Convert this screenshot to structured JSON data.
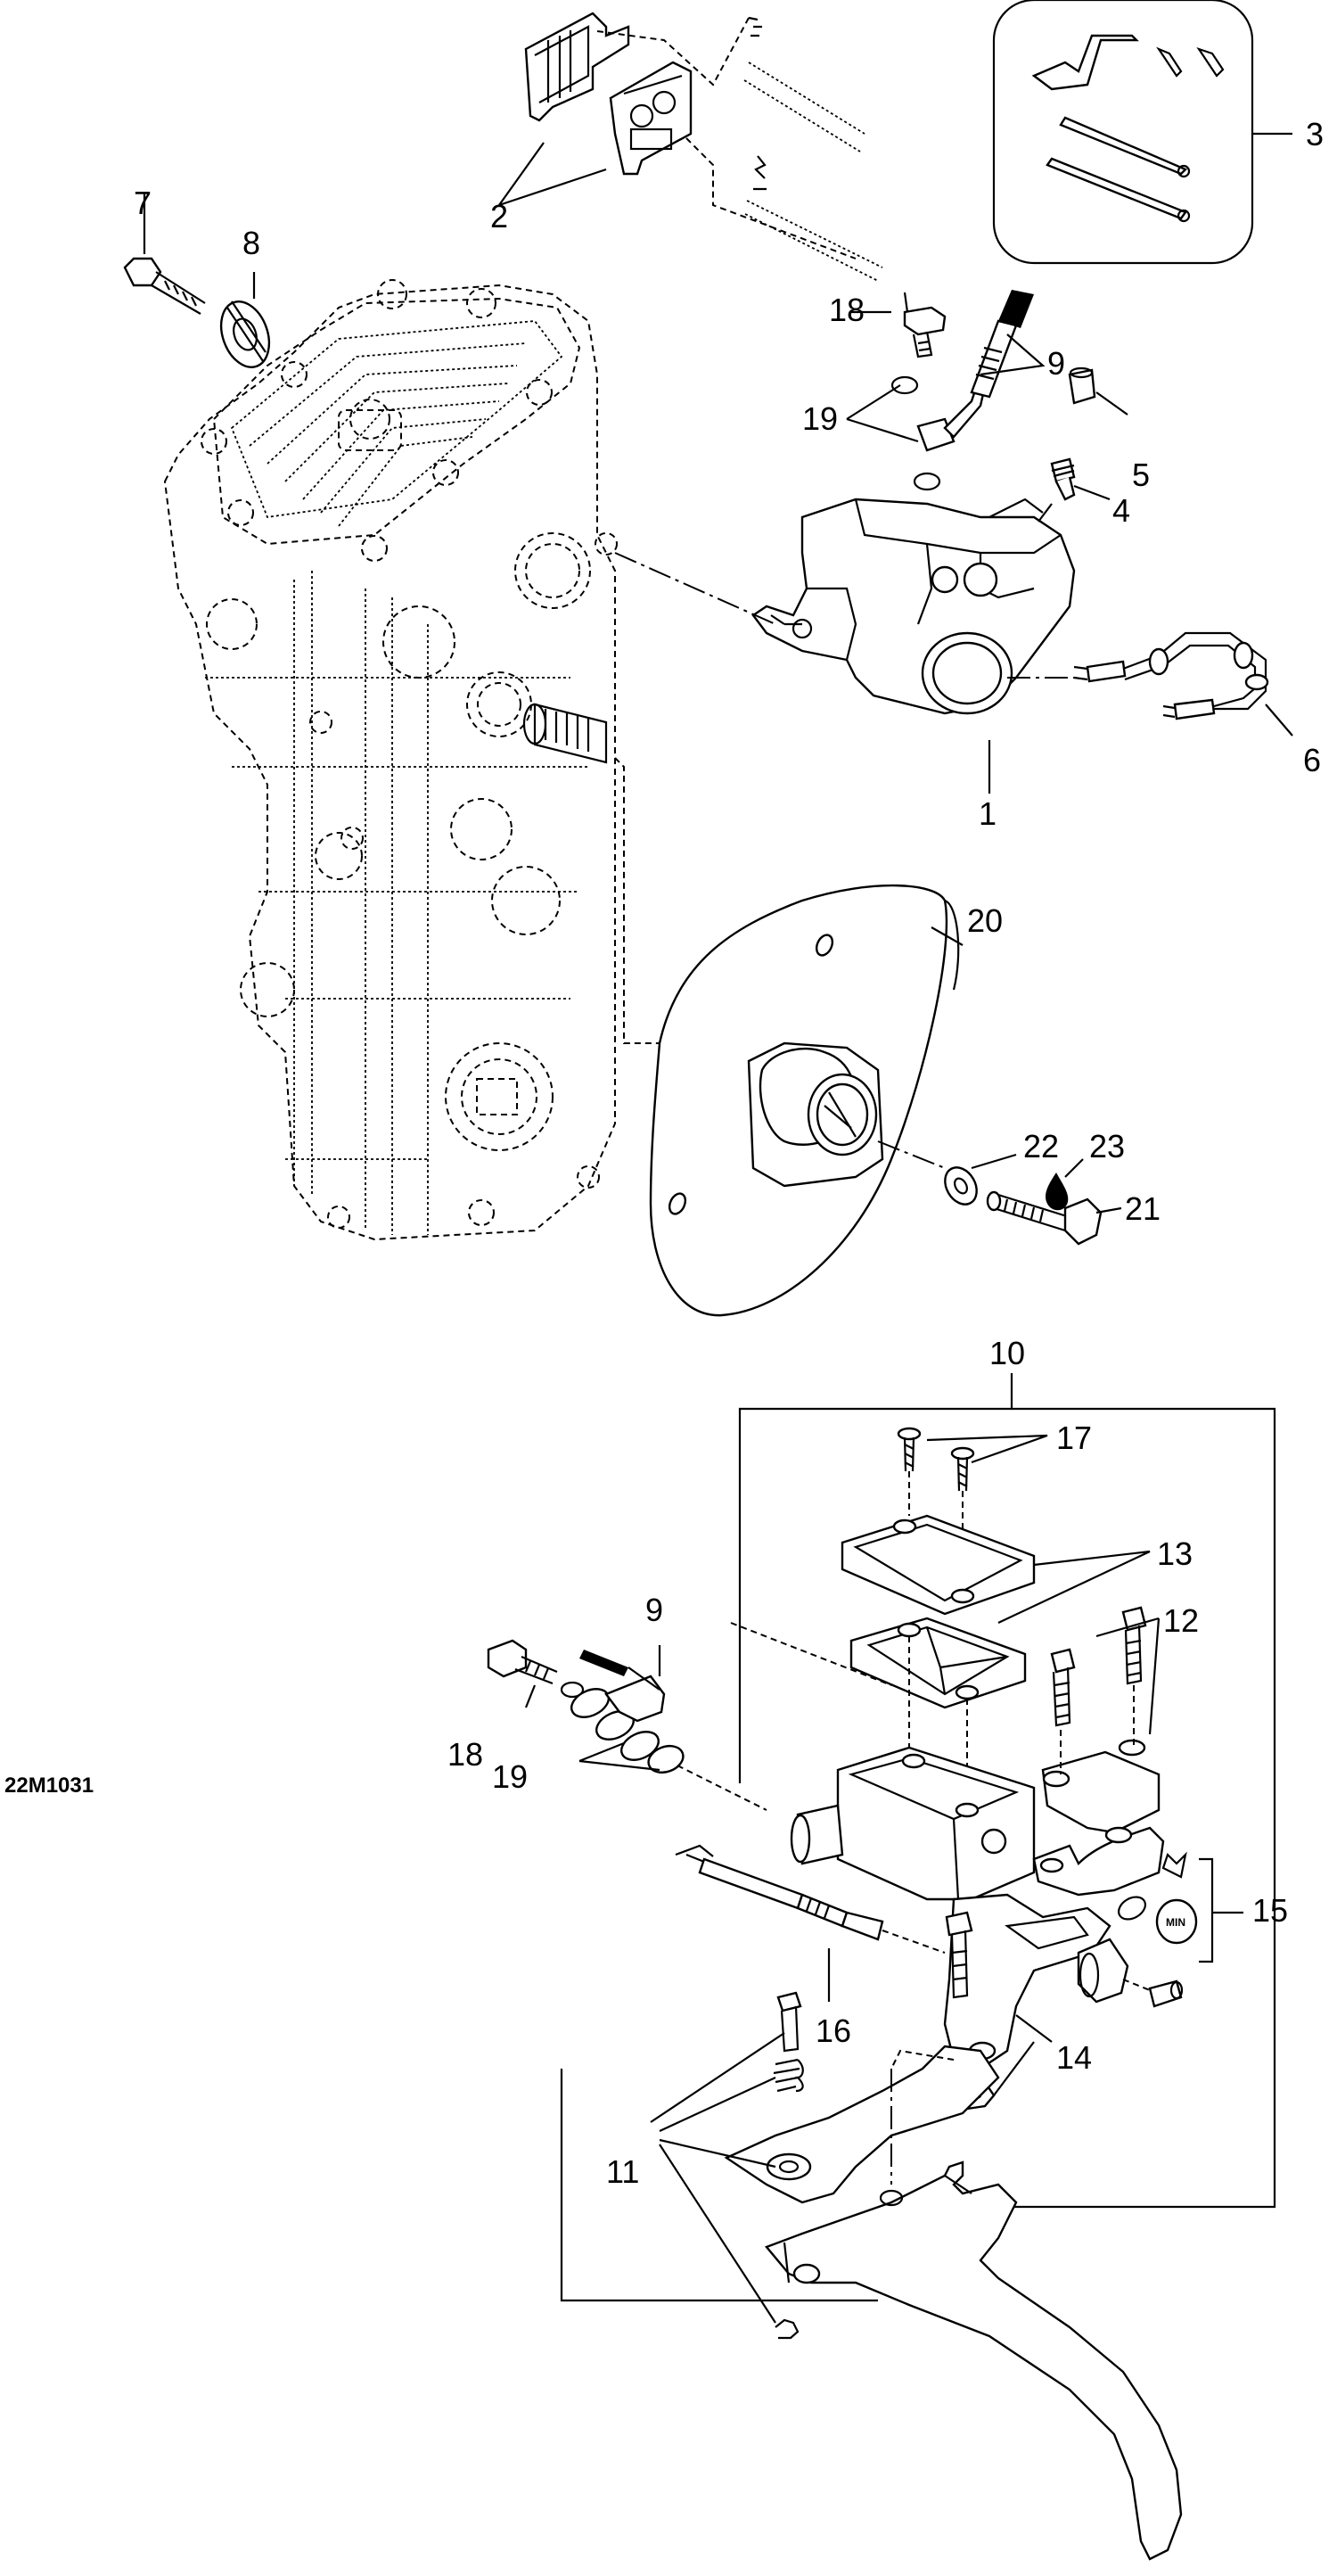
{
  "figure_code": "22M1031",
  "callouts": [
    {
      "id": "c1",
      "text": "1"
    },
    {
      "id": "c2",
      "text": "2"
    },
    {
      "id": "c3",
      "text": "3"
    },
    {
      "id": "c4",
      "text": "4"
    },
    {
      "id": "c5",
      "text": "5"
    },
    {
      "id": "c6",
      "text": "6"
    },
    {
      "id": "c7",
      "text": "7"
    },
    {
      "id": "c8",
      "text": "8"
    },
    {
      "id": "c9a",
      "text": "9"
    },
    {
      "id": "c9b",
      "text": "9"
    },
    {
      "id": "c10",
      "text": "10"
    },
    {
      "id": "c11",
      "text": "11"
    },
    {
      "id": "c12",
      "text": "12"
    },
    {
      "id": "c13",
      "text": "13"
    },
    {
      "id": "c14",
      "text": "14"
    },
    {
      "id": "c15",
      "text": "15"
    },
    {
      "id": "c16",
      "text": "16"
    },
    {
      "id": "c17",
      "text": "17"
    },
    {
      "id": "c18a",
      "text": "18"
    },
    {
      "id": "c18b",
      "text": "18"
    },
    {
      "id": "c19a",
      "text": "19"
    },
    {
      "id": "c19b",
      "text": "19"
    },
    {
      "id": "c20",
      "text": "20"
    },
    {
      "id": "c21",
      "text": "21"
    },
    {
      "id": "c22",
      "text": "22"
    },
    {
      "id": "c23",
      "text": "23"
    }
  ],
  "reservoir_cap_text": "MIN"
}
